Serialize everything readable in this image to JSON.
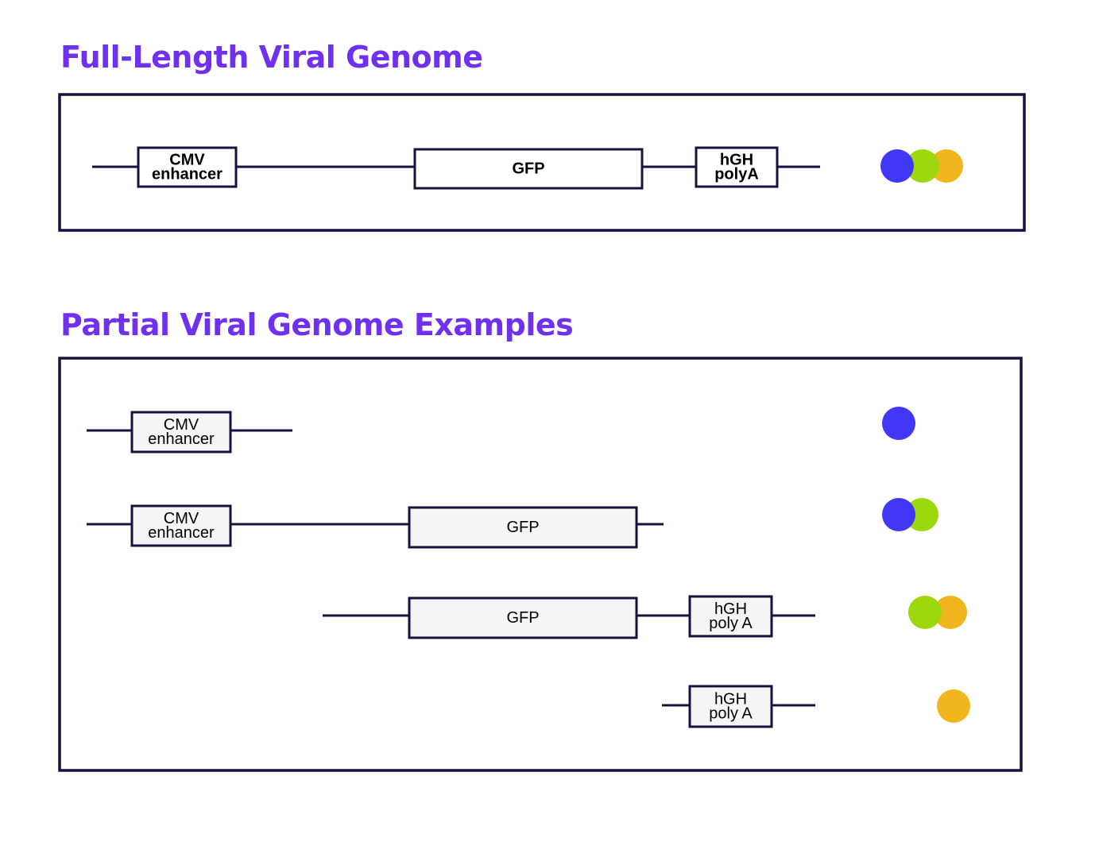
{
  "full": {
    "title": "Full-Length Viral Genome",
    "features": {
      "cmv": [
        "CMV",
        "enhancer"
      ],
      "gfp": [
        "GFP"
      ],
      "hgh": [
        "hGH",
        "polyA"
      ]
    }
  },
  "partial": {
    "title": "Partial Viral Genome Examples",
    "rows": [
      {
        "features": [
          {
            "key": "cmv",
            "lines": [
              "CMV",
              "enhancer"
            ]
          }
        ]
      },
      {
        "features": [
          {
            "key": "cmv",
            "lines": [
              "CMV",
              "enhancer"
            ]
          },
          {
            "key": "gfp",
            "lines": [
              "GFP"
            ]
          }
        ]
      },
      {
        "features": [
          {
            "key": "gfp",
            "lines": [
              "GFP"
            ]
          },
          {
            "key": "hgh",
            "lines": [
              "hGH",
              "poly A"
            ]
          }
        ]
      },
      {
        "features": [
          {
            "key": "hgh",
            "lines": [
              "hGH",
              "poly A"
            ]
          }
        ]
      }
    ]
  },
  "colors": {
    "title": "#7031ee",
    "outline": "#17113f",
    "cmv": "#4137f5",
    "gfp": "#9dd80c",
    "hgh": "#f1b51d",
    "box_fill_full": "#ffffff",
    "box_fill_partial": "#f5f5f5"
  }
}
